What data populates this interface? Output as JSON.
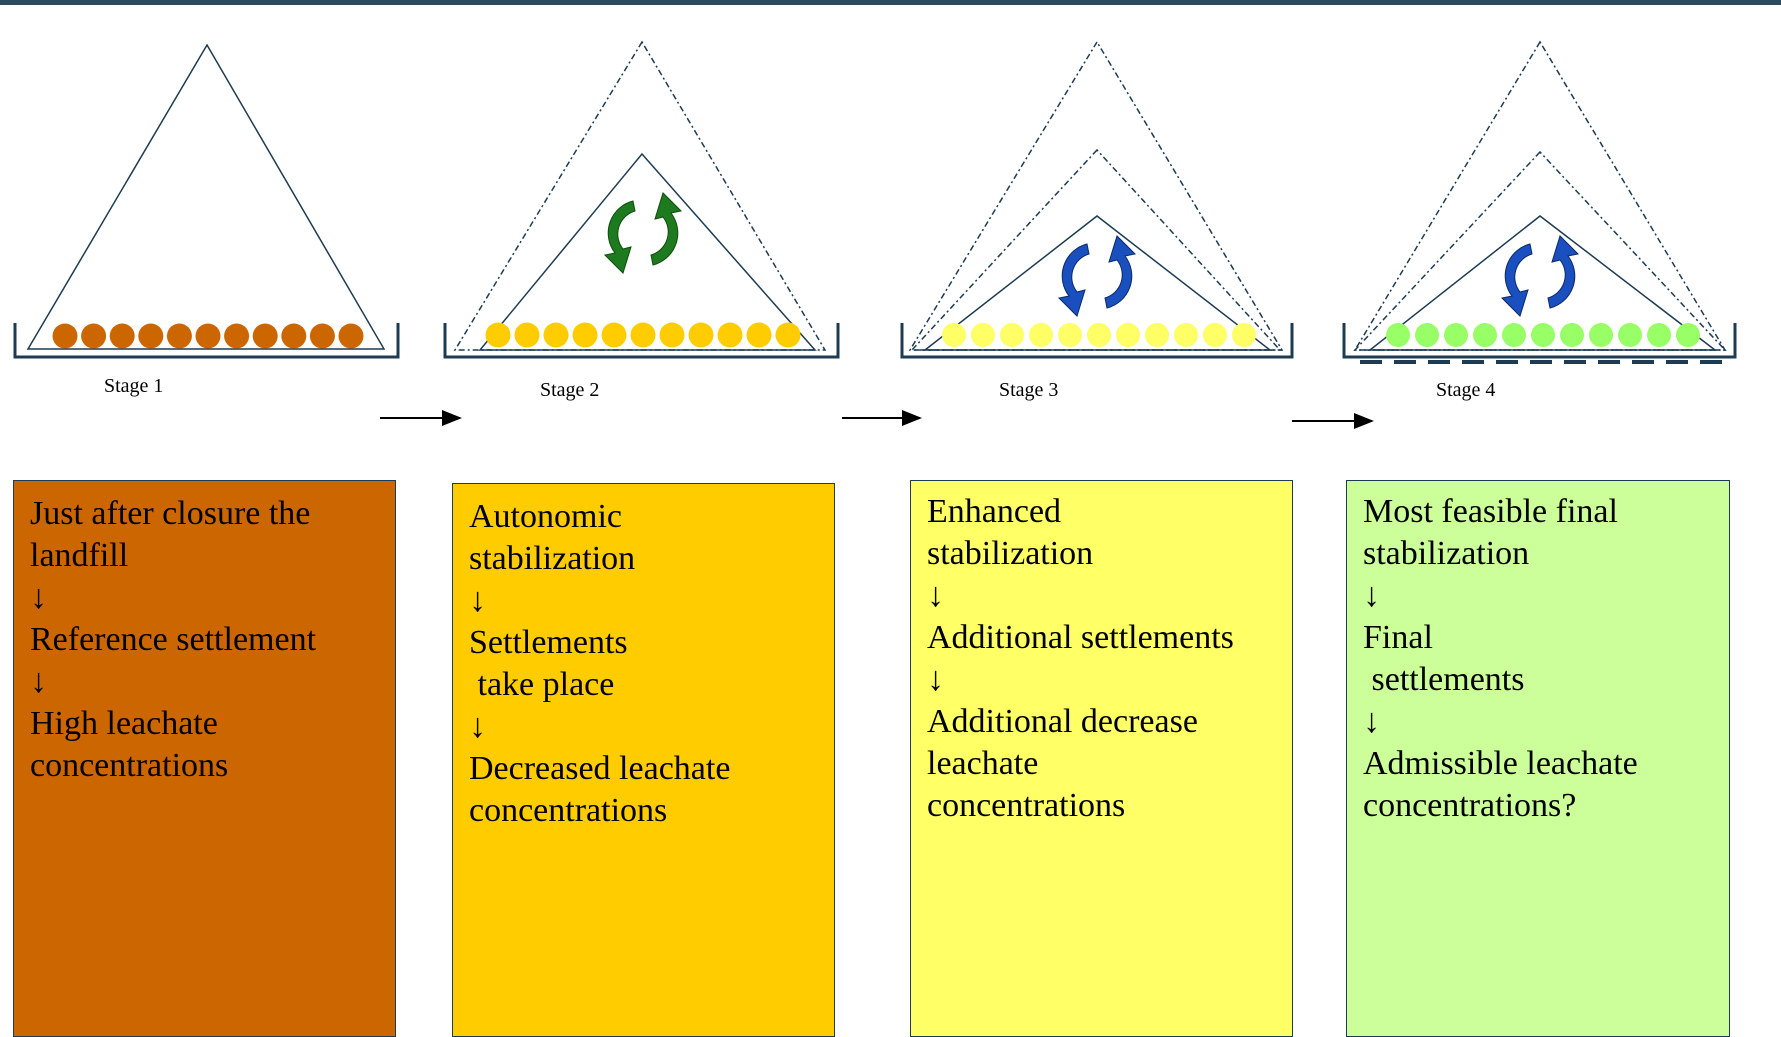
{
  "stages": [
    {
      "label": "Stage 1",
      "lines": [
        "Just after closure the",
        "landfill",
        "↓",
        "Reference settlement",
        "↓",
        "High leachate",
        "concentrations"
      ],
      "box_color": "#cc6600",
      "dot_color": "#cc6600"
    },
    {
      "label": "Stage 2",
      "lines": [
        "Autonomic",
        "stabilization",
        "↓",
        "Settlements",
        " take place",
        "↓",
        "Decreased leachate",
        "concentrations"
      ],
      "box_color": "#ffcc00",
      "dot_color": "#ffcc00"
    },
    {
      "label": "Stage 3",
      "lines": [
        "Enhanced",
        "stabilization",
        "↓",
        "Additional settlements",
        "↓",
        "Additional decrease",
        "leachate",
        "concentrations"
      ],
      "box_color": "#ffff66",
      "dot_color": "#ffff66"
    },
    {
      "label": "Stage 4",
      "lines": [
        "Most feasible final",
        "stabilization",
        "↓",
        "Final",
        " settlements",
        "↓",
        "Admissible leachate",
        "concentrations?"
      ],
      "box_color": "#ccff99",
      "dot_color": "#99ff66"
    }
  ],
  "colors": {
    "outline": "#1d3b52",
    "cycle_green": "#1e7a1e",
    "cycle_blue": "#1a4fbf"
  },
  "icons": [
    "right-arrow-icon",
    "recycle-icon"
  ]
}
